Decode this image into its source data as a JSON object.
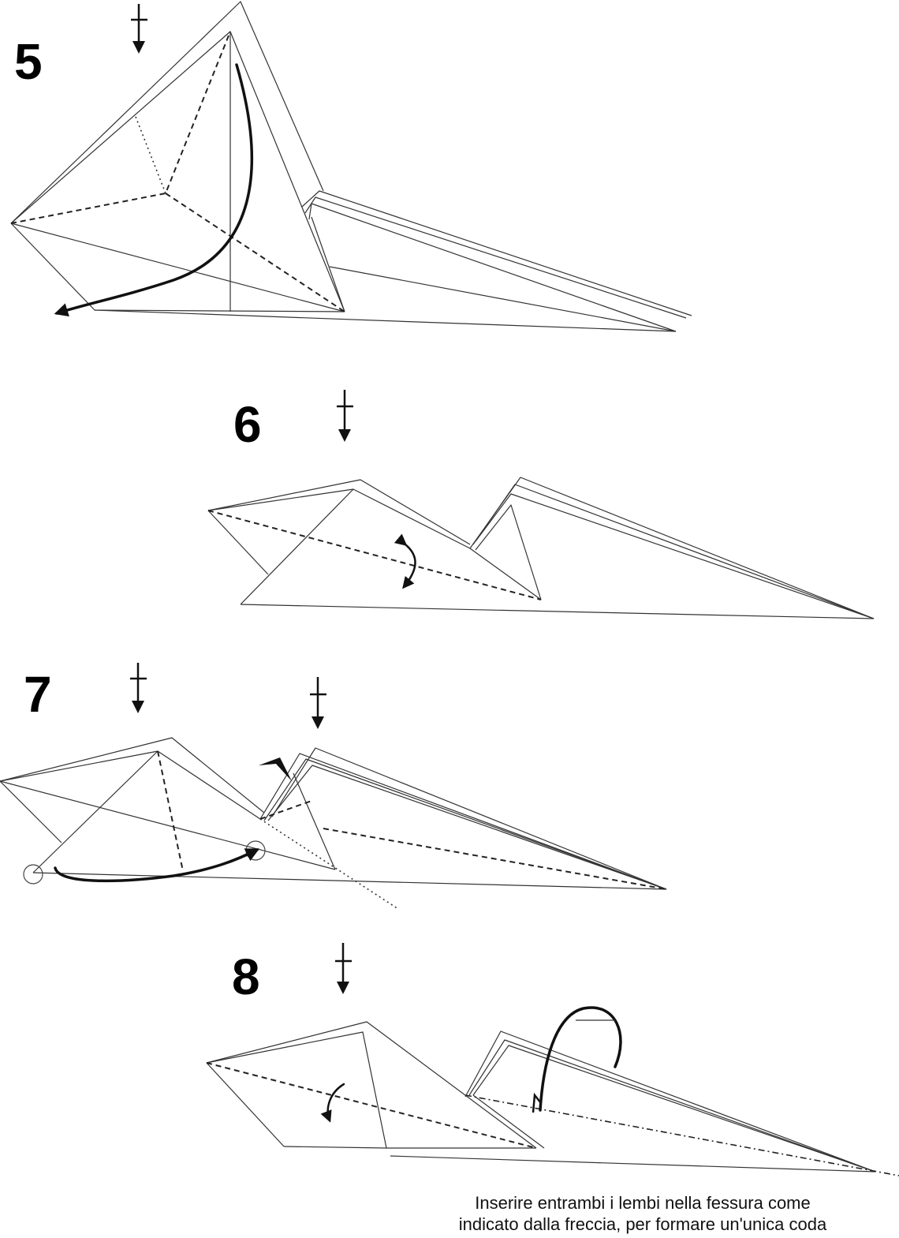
{
  "steps": [
    {
      "number": "5"
    },
    {
      "number": "6"
    },
    {
      "number": "7"
    },
    {
      "number": "8"
    }
  ],
  "caption": {
    "line1": "Inserire entrambi i lembi nella fessura come",
    "line2": "indicato dalla freccia, per formare un'unica coda"
  }
}
